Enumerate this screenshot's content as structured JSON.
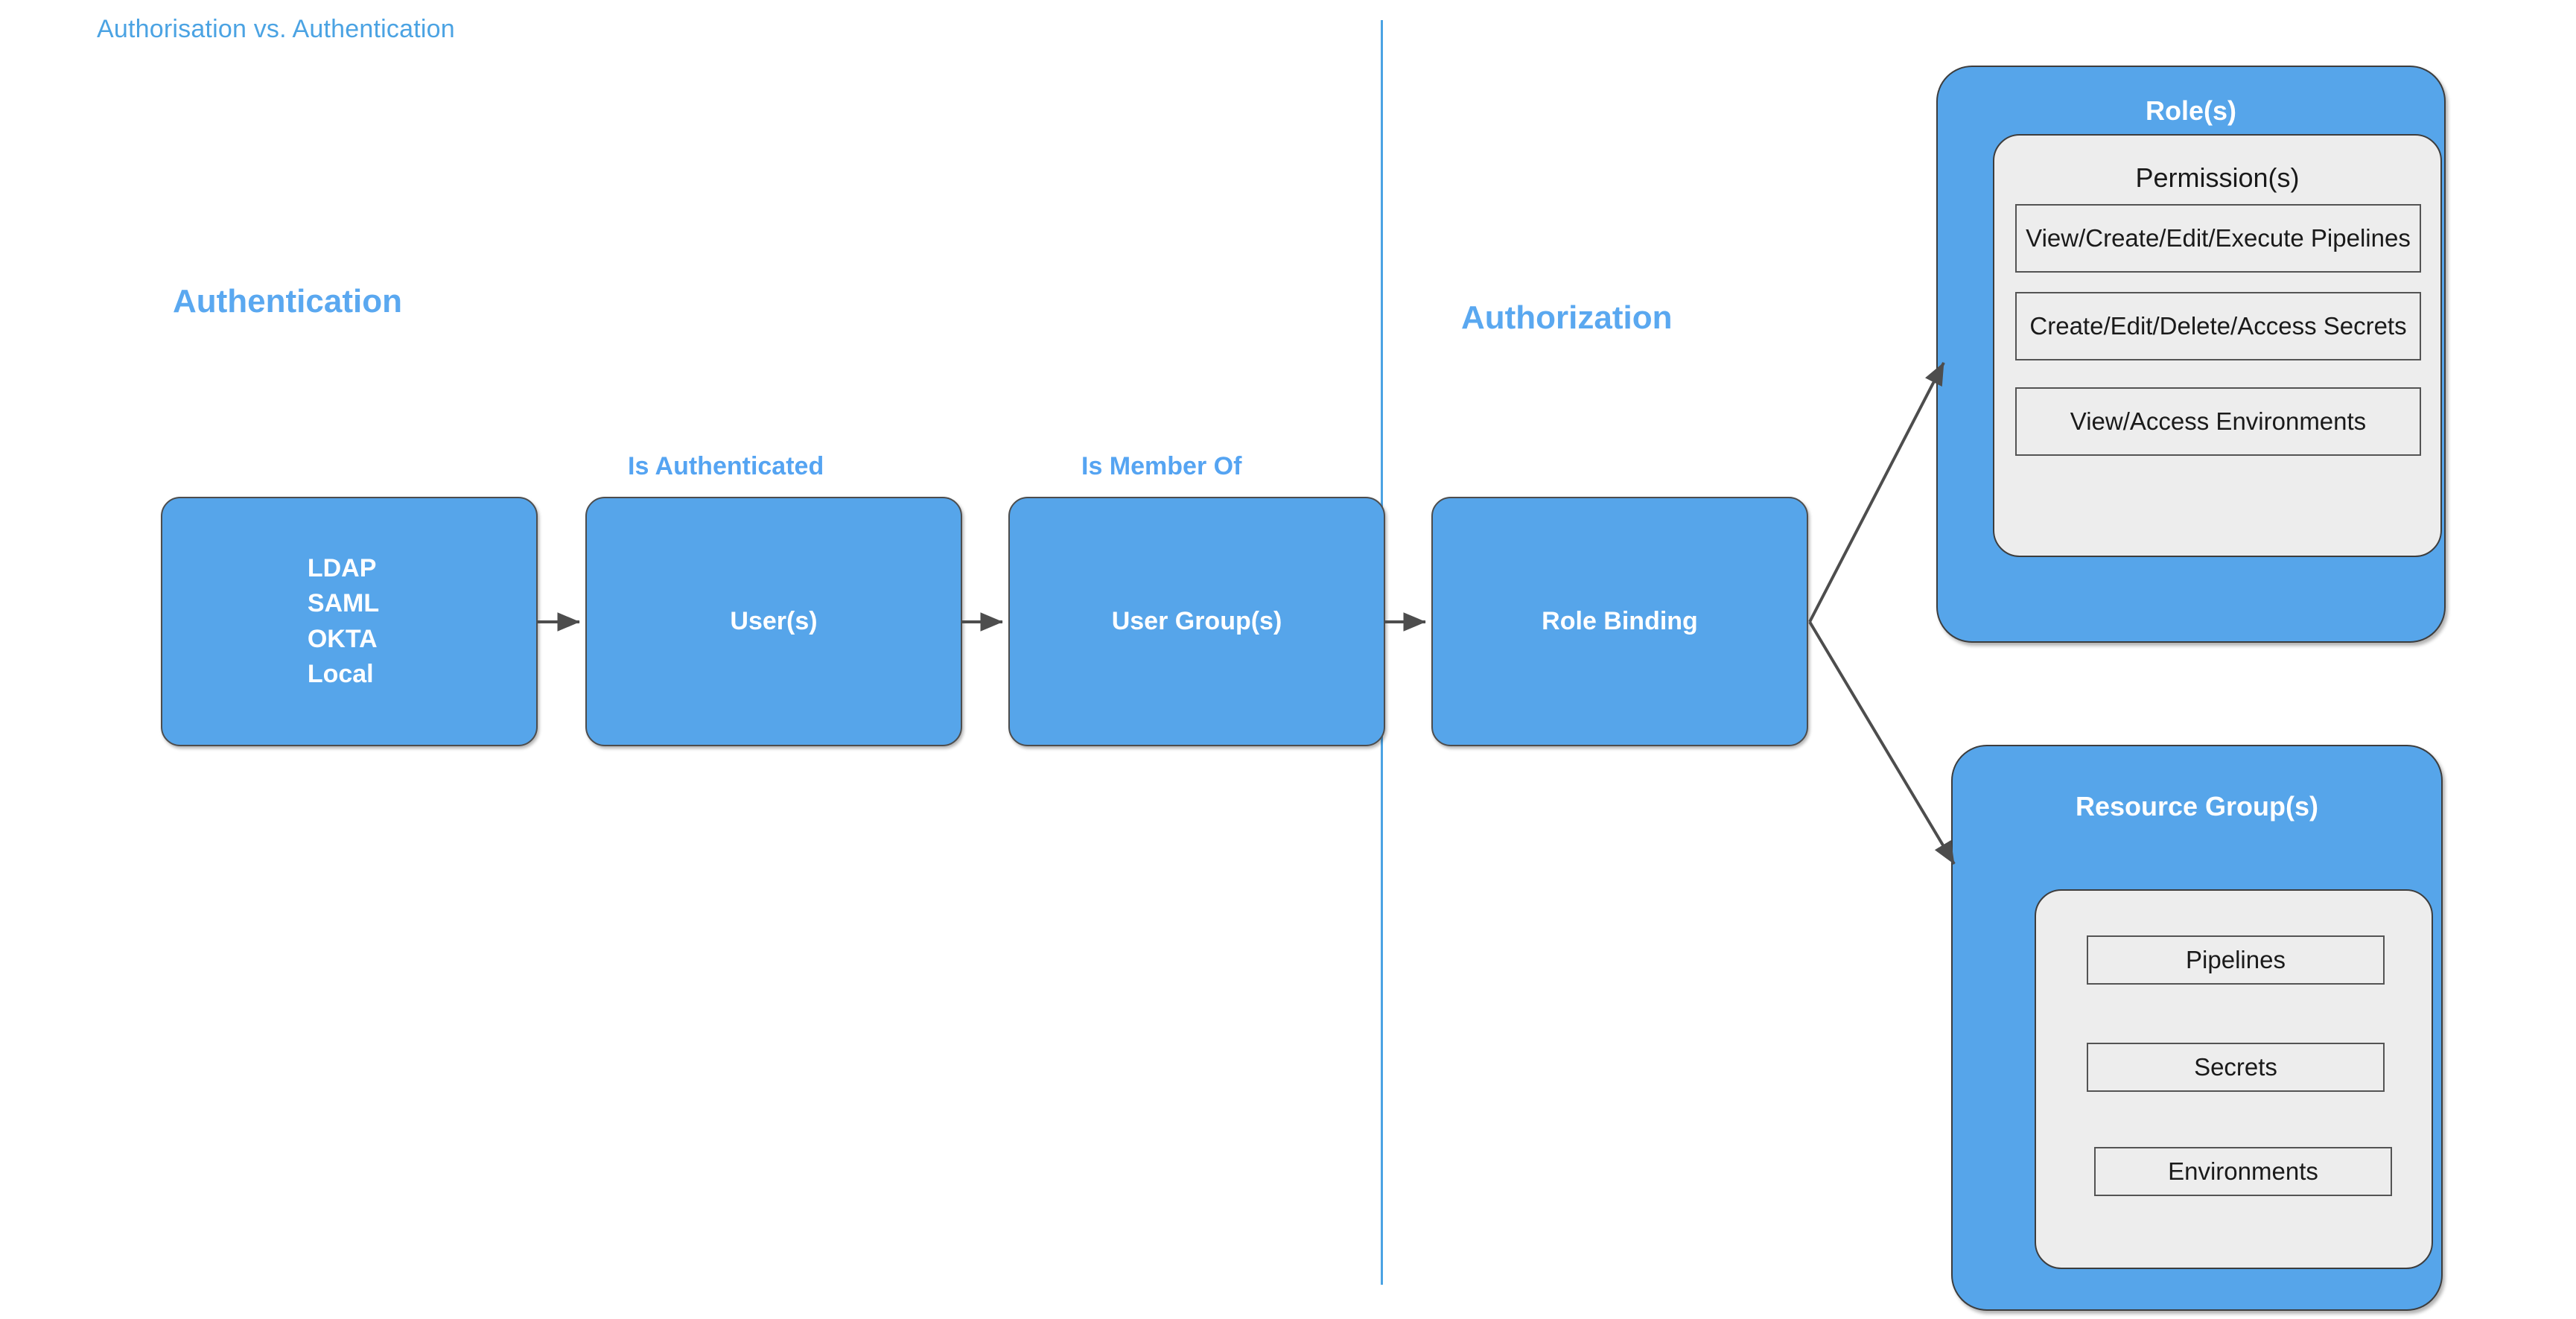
{
  "title": "Authorisation vs. Authentication",
  "sections": {
    "authentication": "Authentication",
    "authorization": "Authorization"
  },
  "edge_labels": {
    "is_authenticated": "Is Authenticated",
    "is_member_of": "Is Member Of"
  },
  "flow": {
    "identity_providers": [
      "LDAP",
      "SAML",
      "OKTA",
      "Local"
    ],
    "users": "User(s)",
    "user_groups": "User Group(s)",
    "role_binding": "Role Binding"
  },
  "roles_panel": {
    "title": "Role(s)",
    "inner_title": "Permission(s)",
    "permissions": [
      "View/Create/Edit/Execute Pipelines",
      "Create/Edit/Delete/Access Secrets",
      "View/Access Environments"
    ]
  },
  "resources_panel": {
    "title": "Resource Group(s)",
    "resources": [
      "Pipelines",
      "Secrets",
      "Environments"
    ]
  },
  "colors": {
    "accent_blue": "#56A5EA",
    "title_blue": "#4BA3E3",
    "heading_blue": "#5AA8F0",
    "panel_gray": "#EDEDED",
    "stroke_gray": "#4D4D4D",
    "white": "#FFFFFF"
  }
}
